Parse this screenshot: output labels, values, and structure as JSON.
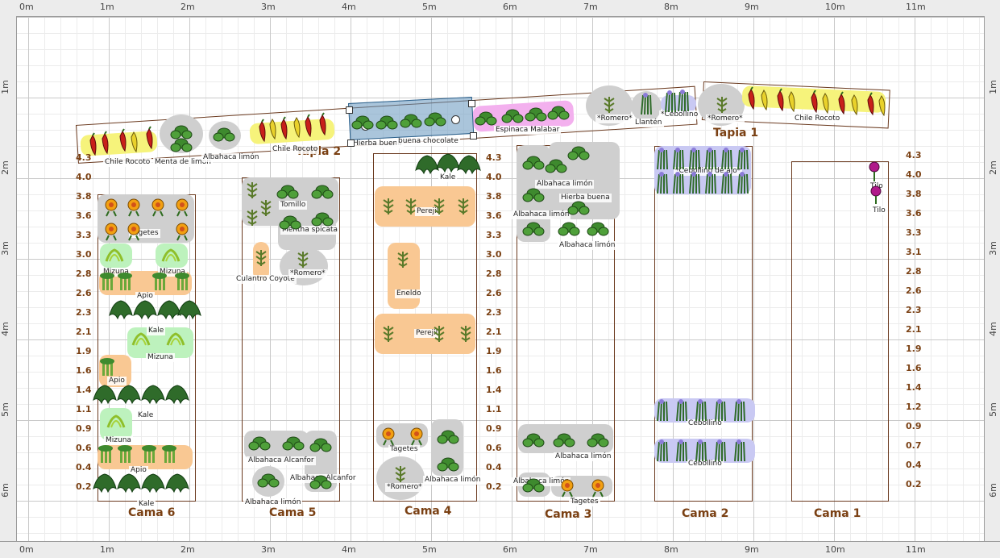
{
  "rulers": {
    "top": [
      "0m",
      "1m",
      "2m",
      "3m",
      "4m",
      "5m",
      "6m",
      "7m",
      "8m",
      "9m",
      "10m",
      "11m"
    ],
    "bottom": [
      "0m",
      "1m",
      "2m",
      "3m",
      "4m",
      "5m",
      "6m",
      "7m",
      "8m",
      "9m",
      "10m",
      "11m"
    ],
    "left": [
      "1m",
      "2m",
      "3m",
      "4m",
      "5m",
      "6m"
    ],
    "right": [
      "1m",
      "2m",
      "3m",
      "4m",
      "5m",
      "6m"
    ]
  },
  "beds": [
    {
      "id": "cama6",
      "label": "Cama 6"
    },
    {
      "id": "cama5",
      "label": "Cama 5"
    },
    {
      "id": "cama4",
      "label": "Cama 4"
    },
    {
      "id": "cama3",
      "label": "Cama 3"
    },
    {
      "id": "cama2",
      "label": "Cama 2"
    },
    {
      "id": "cama1",
      "label": "Cama 1"
    }
  ],
  "walls": {
    "tapia2": "Tapia 2",
    "tapia1": "Tapia 1"
  },
  "scales": {
    "cama6": [
      "4.3",
      "4.0",
      "3.8",
      "3.6",
      "3.3",
      "3.0",
      "2.8",
      "2.6",
      "2.3",
      "2.1",
      "1.9",
      "1.6",
      "1.4",
      "1.1",
      "0.9",
      "0.6",
      "0.4",
      "0.2"
    ],
    "cama4": [
      "4.3",
      "4.0",
      "3.8",
      "3.6",
      "3.3",
      "3.0",
      "2.8",
      "2.6",
      "2.3",
      "2.1",
      "1.9",
      "1.6",
      "1.4",
      "1.1",
      "0.9",
      "0.6",
      "0.4",
      "0.2"
    ],
    "cama1": [
      "4.3",
      "4.0",
      "3.8",
      "3.6",
      "3.3",
      "3.1",
      "2.8",
      "2.6",
      "2.3",
      "2.1",
      "1.9",
      "1.6",
      "1.4",
      "1.2",
      "0.9",
      "0.7",
      "0.4",
      "0.2"
    ]
  },
  "plants": {
    "tapia2_chile1": "Chile Rocoto",
    "tapia2_menta": "Menta de limón",
    "tapia2_albahaca": "Albahaca limón",
    "tapia2_chile2": "Chile Rocoto",
    "tapia2_hierba": "Hierba buena",
    "tapia2_chocolate": "buena chocolate",
    "tapia2_espinaca": "Espinaca Malabar",
    "tapia2_romero": "*Romero*",
    "tapia2_llanten": "Llantén",
    "tapia2_cebollino": "*Cebollino de",
    "tapia1_romero": "*Romero*",
    "tapia1_chile": "Chile Rocoto",
    "c6_tagetes": "Tagetes",
    "c6_mizuna1": "Mizuna",
    "c6_mizuna2": "Mizuna",
    "c6_apio1": "Apio",
    "c6_kale1": "Kale",
    "c6_mizuna3": "Mizuna",
    "c6_apio2": "Apio",
    "c6_kale2": "Kale",
    "c6_mizuna4": "Mizuna",
    "c6_apio3": "Apio",
    "c6_kale3": "Kale",
    "c5_tomillo": "Tomillo",
    "c5_mentha": "Mentha spicata",
    "c5_culantro": "Culantro Coyote",
    "c5_romero": "*Romero*",
    "c5_alcanfor1": "Albahaca Alcanfor",
    "c5_alcanfor2": "Albahaca Alcanfor",
    "c5_limon": "Albahaca limón",
    "c4_kale": "Kale",
    "c4_perejil1": "Perejil",
    "c4_eneldo": "Eneldo",
    "c4_perejil2": "Perejil",
    "c4_tagetes": "Tagetes",
    "c4_limon": "Albahaca limón",
    "c4_romero": "*Romero*",
    "c3_limon1": "Albahaca limón",
    "c3_hierba": "Hierba buena",
    "c3_limon2": "Albahaca limón",
    "c3_limon3": "Albahaca limón",
    "c3_limon4": "Albahaca limón",
    "c3_limon5": "Albahaca limón",
    "c3_tagetes": "Tagetes",
    "c2_cebollino_ajo": "*Cebollino de ajo*",
    "c2_cebollino1": "Cebollino",
    "c2_cebollino2": "Cebollino",
    "c1_tilo1": "Tilo",
    "c1_tilo2": "Tilo"
  }
}
